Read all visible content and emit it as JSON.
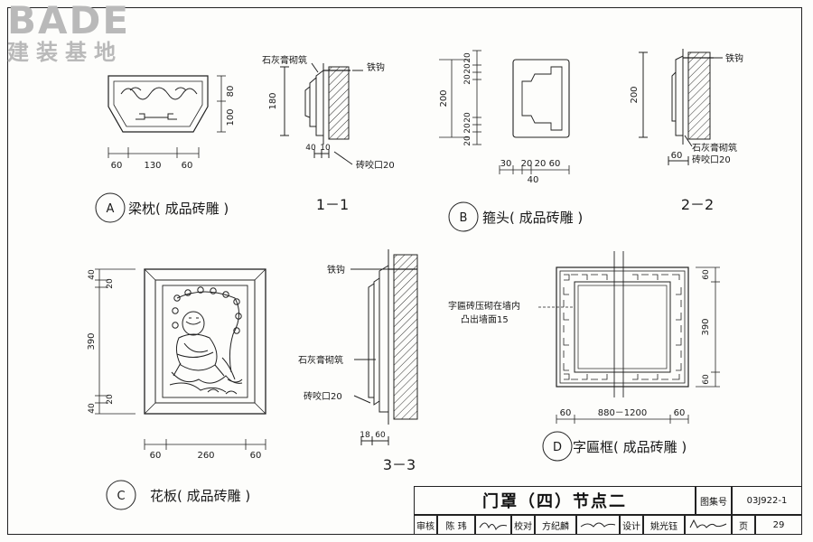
{
  "logo": {
    "word": "BADE",
    "cn": "建装基地"
  },
  "details": {
    "a": {
      "circle": "A",
      "title": "梁枕( 成品砖雕 )",
      "dims_h": [
        "60",
        "130",
        "60"
      ],
      "dims_v": [
        "80",
        "100"
      ]
    },
    "s11": {
      "title": "1－1",
      "lbl_lime": "石灰膏砌筑",
      "lbl_hook": "铁钩",
      "lbl_brick": "砖咬口20",
      "dim_h": "180",
      "dim_a": "40",
      "dim_b": "10"
    },
    "b": {
      "circle": "B",
      "title": "箍头( 成品砖雕 )",
      "dims_h": [
        "30",
        "20",
        "20",
        "60"
      ],
      "dim_total": "40",
      "dim_h": "200",
      "dims_v": [
        "20",
        "20",
        "20",
        "20",
        "20",
        "20"
      ]
    },
    "s22": {
      "title": "2－2",
      "lbl_hook": "铁钩",
      "lbl_lime": "石灰膏砌筑",
      "lbl_brick": "砖咬口20",
      "dim_h": "200",
      "dim_a": "60"
    },
    "c": {
      "circle": "C",
      "title": "花板( 成品砖雕 )",
      "dims_h": [
        "60",
        "260",
        "60"
      ],
      "dims_v": [
        "40",
        "20",
        "390",
        "20",
        "40"
      ]
    },
    "s33": {
      "title": "3－3",
      "lbl_hook": "铁钩",
      "lbl_lime": "石灰膏砌筑",
      "lbl_brick": "砖咬口20",
      "dim_a": "18",
      "dim_b": "60"
    },
    "d": {
      "circle": "D",
      "title": "字匾框( 成品砖雕 )",
      "note1": "字匾砖压砌在墙内",
      "note2": "凸出墙面15",
      "dims_h": [
        "60",
        "880－1200",
        "60"
      ],
      "dims_v": [
        "60",
        "390",
        "60"
      ]
    }
  },
  "title_block": {
    "title": "门罩（四）节点二",
    "atlas_label": "图集号",
    "atlas_no": "03J922-1",
    "review_label": "审核",
    "reviewer": "陈 玮",
    "check_label": "校对",
    "checker": "方纪麟",
    "design_label": "设计",
    "designer": "姚光钰",
    "page_label": "页",
    "page_no": "29"
  }
}
